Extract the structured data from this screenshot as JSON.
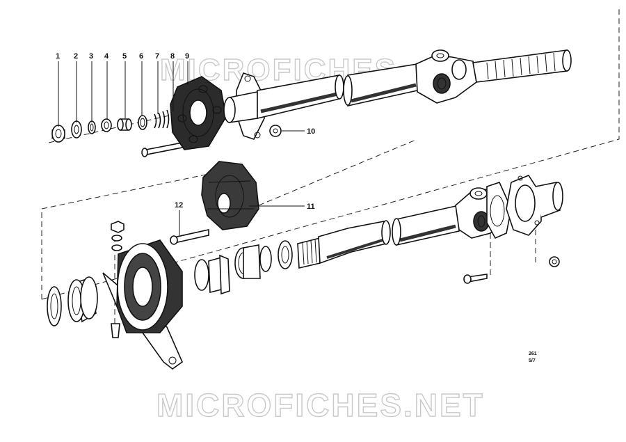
{
  "labels": {
    "p1": "1",
    "p2": "2",
    "p3": "3",
    "p4": "4",
    "p5": "5",
    "p6": "6",
    "p7": "7",
    "p8": "8",
    "p9": "9",
    "p10": "10",
    "p11": "11",
    "p12": "12"
  },
  "reference": {
    "code": "261",
    "page": "5/7"
  },
  "watermark": {
    "top": "MICROFICHES",
    "bottom": "MICROFICHES.NET"
  }
}
